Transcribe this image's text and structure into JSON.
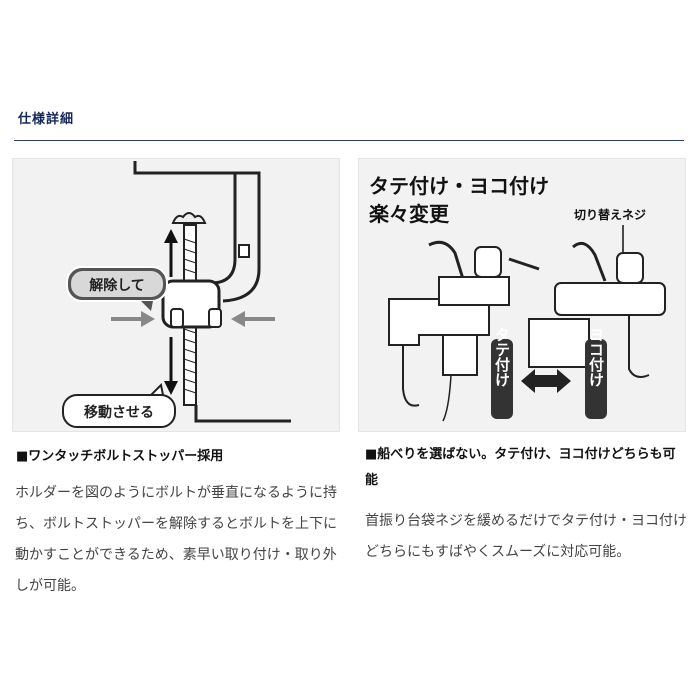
{
  "header": {
    "title": "仕様詳細"
  },
  "left_panel": {
    "label_release": "解除して",
    "label_move": "移動させる",
    "heading": "■ワンタッチボルトストッパー採用",
    "body": "ホルダーを図のようにボルトが垂直になるように持ち、ボルトストッパーを解除するとボルトを上下に動かすことができるため、素早い取り付け・取り外しが可能。"
  },
  "right_panel": {
    "title_line1": "タテ付け・ヨコ付け",
    "title_line2": "楽々変更",
    "label_screw": "切り替えネジ",
    "tag_vertical": "タテ付け",
    "tag_horizontal": "ヨコ付け",
    "heading": "■船べりを選ばない。タテ付け、ヨコ付けどちらも可能",
    "body": "首振り台袋ネジを緩めるだけでタテ付け・ヨコ付けどちらにもすばやくスムーズに対応可能。"
  }
}
